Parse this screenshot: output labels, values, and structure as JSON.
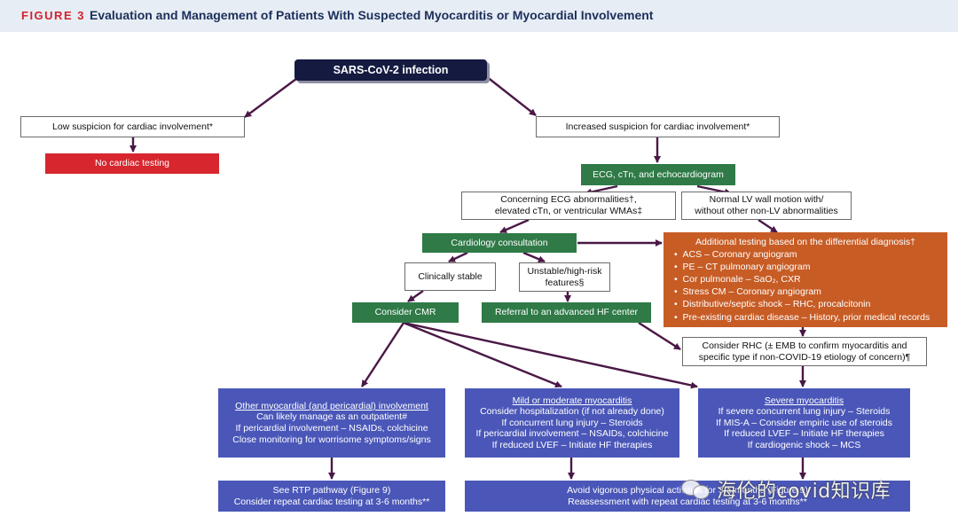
{
  "header": {
    "figure_label": "FIGURE 3",
    "title": "Evaluation and Management of Patients With Suspected Myocarditis or Myocardial Involvement"
  },
  "nodes": {
    "root": "SARS-CoV-2 infection",
    "low_suspicion": "Low suspicion for cardiac involvement*",
    "no_testing": "No cardiac testing",
    "increased_suspicion": "Increased suspicion for cardiac involvement*",
    "ecg_ctn_echo": "ECG, cTn, and echocardiogram",
    "concerning_ecg": {
      "line1": "Concerning ECG abnormalities†,",
      "line2": "elevated cTn, or ventricular WMAs‡"
    },
    "normal_lv": {
      "line1": "Normal LV wall motion with/",
      "line2": "without other non-LV abnormalities"
    },
    "cardiology_consult": "Cardiology consultation",
    "clinically_stable": "Clinically stable",
    "unstable": {
      "line1": "Unstable/high-risk",
      "line2": "features§"
    },
    "consider_cmr": "Consider CMR",
    "referral_hf": "Referral to an advanced HF center",
    "additional_testing": {
      "title": "Additional testing based on the differential diagnosis†",
      "items": [
        "ACS – Coronary angiogram",
        "PE – CT pulmonary angiogram",
        "Cor pulmonale – SaO₂, CXR",
        "Stress CM – Coronary angiogram",
        "Distributive/septic shock – RHC, procalcitonin",
        "Pre-existing cardiac disease – History, prior medical records"
      ]
    },
    "consider_rhc": {
      "line1": "Consider RHC (± EMB to confirm myocarditis and",
      "line2": "specific type if non-COVID-19 etiology of concern)¶"
    },
    "other_myocardial": {
      "title": "Other myocardial (and pericardial) involvement",
      "lines": [
        "Can likely manage as an outpatient#",
        "If pericardial involvement – NSAIDs, colchicine",
        "Close monitoring for worrisome symptoms/signs"
      ]
    },
    "mild_moderate": {
      "title": "Mild or moderate myocarditis",
      "lines": [
        "Consider hospitalization (if not already done)",
        "If concurrent lung injury – Steroids",
        "If pericardial involvement – NSAIDs, colchicine",
        "If reduced LVEF – Initiate HF therapies"
      ]
    },
    "severe": {
      "title": "Severe myocarditis",
      "lines": [
        "If severe concurrent lung injury – Steroids",
        "If MIS-A – Consider empiric use of steroids",
        "If reduced LVEF – Initiate HF therapies",
        "If cardiogenic shock – MCS"
      ]
    },
    "rtp": {
      "line1": "See RTP pathway (Figure 9)",
      "line2": "Consider repeat cardiac testing at 3-6 months**"
    },
    "avoid": {
      "line1": "Avoid vigorous physical activities for 3-6 months (Figure 9)",
      "line2": "Reassessment with repeat cardiac testing at 3-6 months**"
    }
  },
  "watermark": "海伦的covid知识库",
  "colors": {
    "arrow": "#4a1846",
    "green": "#2f7a47",
    "red": "#d7262e",
    "navy": "#141a40",
    "blue": "#4a57b8",
    "orange": "#c75c25",
    "header_bg": "#e7edf4",
    "label_red": "#d3212f",
    "title_navy": "#1b2f5b"
  }
}
